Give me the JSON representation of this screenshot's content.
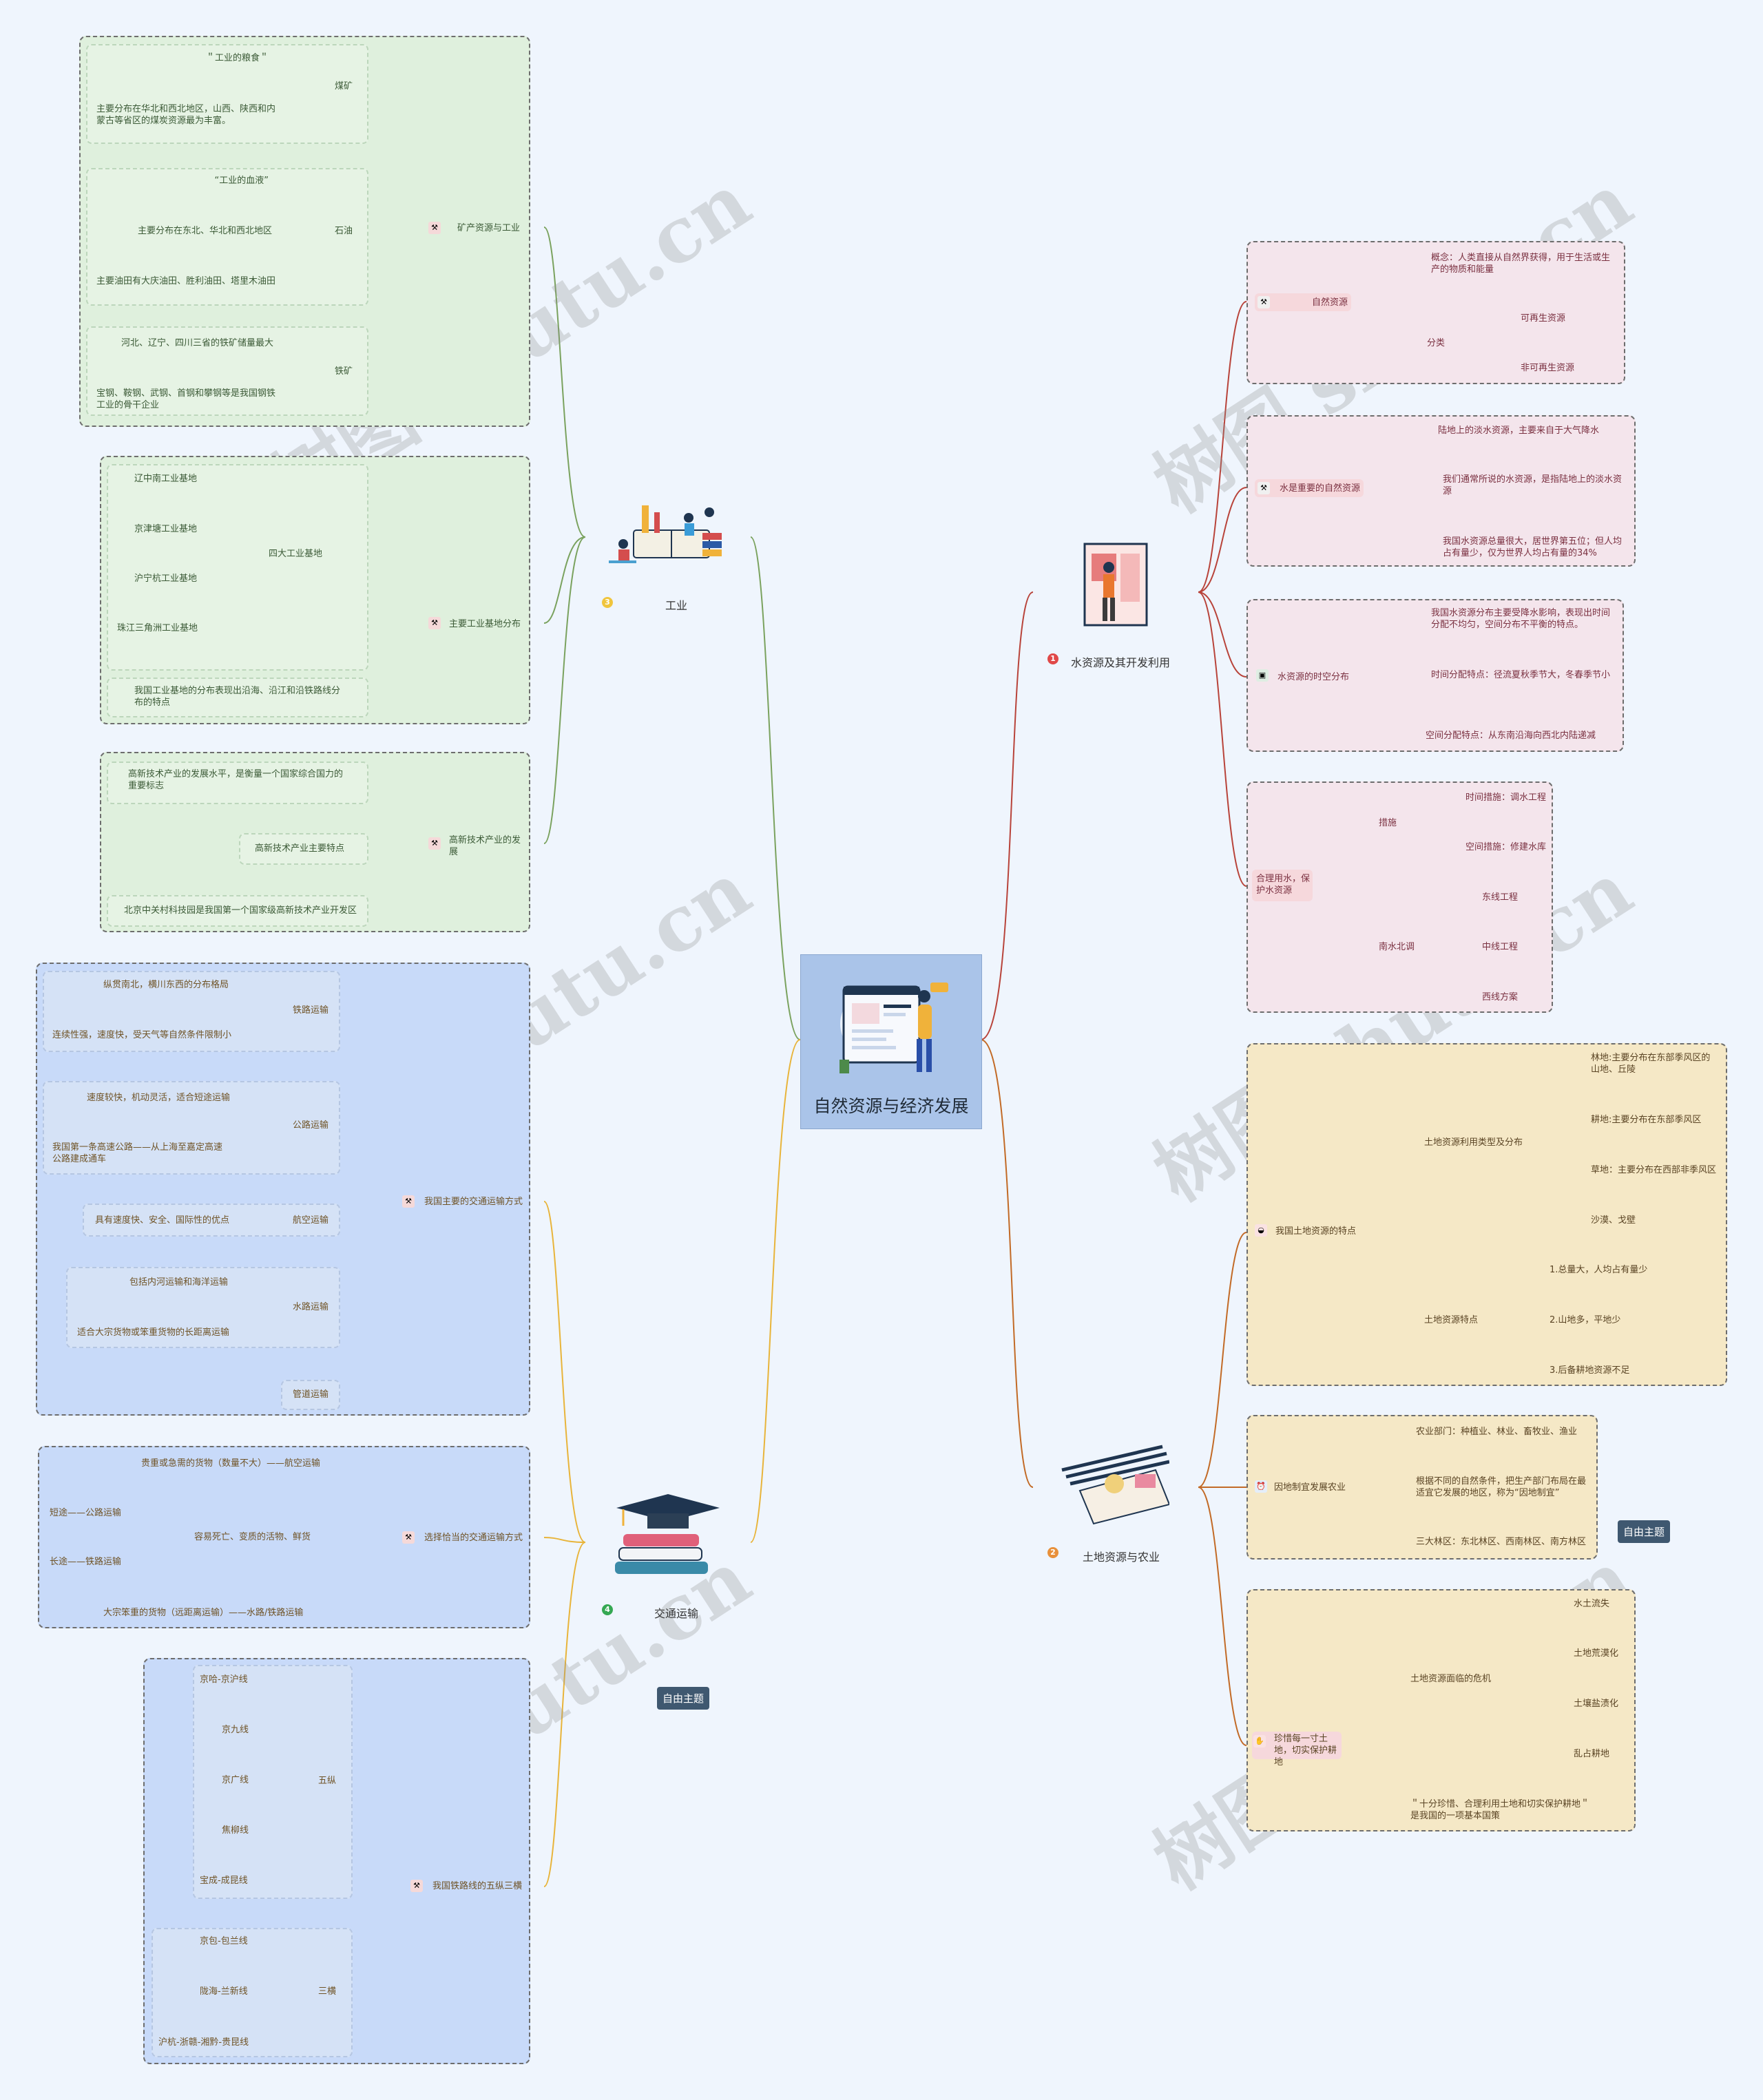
{
  "center": {
    "title": "自然资源与经济发展"
  },
  "free_topic": "自由主题",
  "branches": {
    "water": {
      "num": "1",
      "label": "水资源及其开发利用"
    },
    "land": {
      "num": "2",
      "label": "土地资源与农业"
    },
    "industry": {
      "num": "3",
      "label": "工业"
    },
    "transport": {
      "num": "4",
      "label": "交通运输"
    }
  },
  "industry": {
    "mineral": {
      "label": "矿产资源与工业",
      "coal": {
        "label": "煤矿",
        "items": [
          "＂工业的粮食＂",
          "主要分布在华北和西北地区，山西、陕西和内蒙古等省区的煤炭资源最为丰富。"
        ]
      },
      "oil": {
        "label": "石油",
        "items": [
          "“工业的血液”",
          "主要分布在东北、华北和西北地区",
          "主要油田有大庆油田、胜利油田、塔里木油田"
        ]
      },
      "iron": {
        "label": "铁矿",
        "items": [
          "河北、辽宁、四川三省的铁矿储量最大",
          "宝钢、鞍钢、武钢、首钢和攀钢等是我国钢铁工业的骨干企业"
        ]
      }
    },
    "bases": {
      "label": "主要工业基地分布",
      "four": {
        "label": "四大工业基地",
        "items": [
          "辽中南工业基地",
          "京津塘工业基地",
          "沪宁杭工业基地",
          "珠江三角洲工业基地"
        ]
      },
      "note": "我国工业基地的分布表现出沿海、沿江和沿铁路线分布的特点"
    },
    "hitech": {
      "label": "高新技术产业的发展",
      "items": [
        "高新技术产业的发展水平，是衡量一个国家综合国力的重要标志",
        "高新技术产业主要特点",
        "北京中关村科技园是我国第一个国家级高新技术产业开发区"
      ]
    }
  },
  "transport": {
    "modes": {
      "label": "我国主要的交通运输方式",
      "rail": {
        "label": "铁路运输",
        "items": [
          "纵贯南北，横川东西的分布格局",
          "连续性强，速度快，受天气等自然条件限制小"
        ]
      },
      "road": {
        "label": "公路运输",
        "items": [
          "速度较快，机动灵活，适合短途运输",
          "我国第一条高速公路——从上海至嘉定高速公路建成通车"
        ]
      },
      "air": {
        "label": "航空运输",
        "items": [
          "具有速度快、安全、国际性的优点"
        ]
      },
      "water": {
        "label": "水路运输",
        "items": [
          "包括内河运输和海洋运输",
          "适合大宗货物或笨重货物的长距离运输"
        ]
      },
      "pipe": {
        "label": "管道运输"
      }
    },
    "choose": {
      "label": "选择恰当的交通运输方式",
      "items": [
        "贵重或急需的货物（数量不大）——航空运输",
        "短途——公路运输",
        "长途——铁路运输",
        "容易死亡、变质的活物、鲜货",
        "大宗笨重的货物（远距离运输）——水路/铁路运输"
      ]
    },
    "rail_lines": {
      "label": "我国铁路线的五纵三横",
      "five": {
        "label": "五纵",
        "items": [
          "京哈-京沪线",
          "京九线",
          "京广线",
          "焦柳线",
          "宝成-成昆线"
        ]
      },
      "three": {
        "label": "三横",
        "items": [
          "京包-包兰线",
          "陇海-兰新线",
          "沪杭-浙赣-湘黔-贵昆线"
        ]
      }
    }
  },
  "water": {
    "natural": {
      "label": "自然资源",
      "concept": "概念：人类直接从自然界获得，用于生活或生产的物质和能量",
      "class_label": "分类",
      "classes": [
        "可再生资源",
        "非可再生资源"
      ]
    },
    "important": {
      "label": "水是重要的自然资源",
      "items": [
        "陆地上的淡水资源，主要来自于大气降水",
        "我们通常所说的水资源，是指陆地上的淡水资源",
        "我国水资源总量很大，居世界第五位；但人均占有量少，仅为世界人均占有量的34%"
      ]
    },
    "spatiotemporal": {
      "label": "水资源的时空分布",
      "items": [
        "我国水资源分布主要受降水影响，表现出时间分配不均匀，空间分布不平衡的特点。",
        "时间分配特点：径流夏秋季节大，冬春季节小",
        "空间分配特点：从东南沿海向西北内陆递减"
      ]
    },
    "protect": {
      "label": "合理用水，保护水资源",
      "measures_label": "措施",
      "measures": [
        "时间措施：调水工程",
        "空间措施：修建水库"
      ],
      "diversion_label": "南水北调",
      "routes": [
        "东线工程",
        "中线工程",
        "西线方案"
      ]
    }
  },
  "land": {
    "features": {
      "label": "我国土地资源的特点",
      "use_label": "土地资源利用类型及分布",
      "uses": [
        "林地:主要分布在东部季风区的山地、丘陵",
        "耕地:主要分布在东部季风区",
        "草地：主要分布在西部非季风区",
        "沙漠、戈壁"
      ],
      "char_label": "土地资源特点",
      "chars": [
        "1.总量大，人均占有量少",
        "2.山地多，平地少",
        "3.后备耕地资源不足"
      ]
    },
    "agri": {
      "label": "因地制宜发展农业",
      "items": [
        "农业部门：种植业、林业、畜牧业、渔业",
        "根据不同的自然条件，把生产部门布局在最适宜它发展的地区，称为“因地制宜”",
        "三大林区：东北林区、西南林区、南方林区"
      ]
    },
    "cherish": {
      "label": "珍惜每一寸土地，切实保护耕地",
      "crisis_label": "土地资源面临的危机",
      "crisis": [
        "水土流失",
        "土地荒漠化",
        "土壤盐渍化",
        "乱占耕地"
      ],
      "policy": "＂十分珍惜、合理利用土地和切实保护耕地＂是我国的一项基本国策"
    }
  },
  "watermark": "树图 shutu.cn",
  "colors": {
    "industry": "#7aa25e",
    "transport": "#e8b43a",
    "water": "#b8433a",
    "land": "#c26a26"
  }
}
